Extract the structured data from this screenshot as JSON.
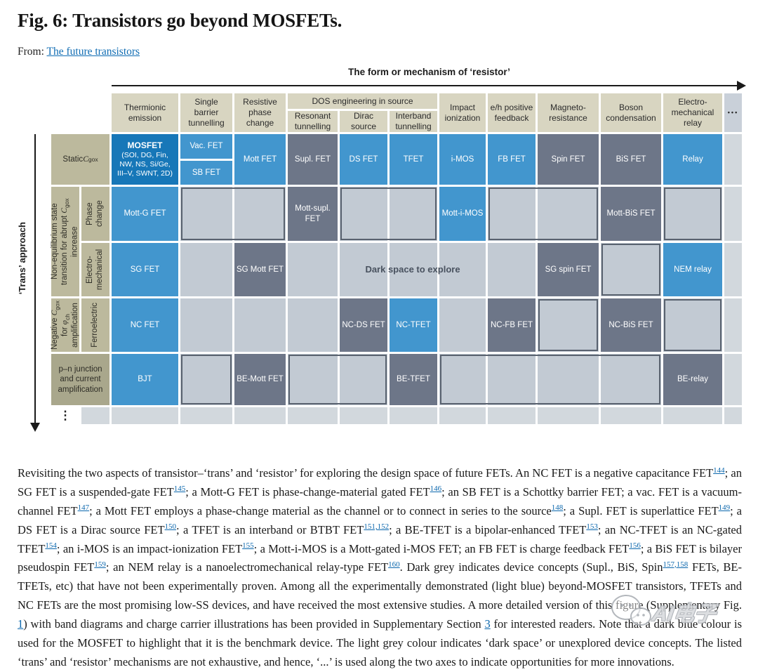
{
  "page": {
    "title": "Fig. 6: Transistors go beyond MOSFETs.",
    "from_label": "From:",
    "from_link": "The future transistors"
  },
  "colors": {
    "blue": "#4296ce",
    "dark_blue": "#1777b8",
    "grey": "#6d7688",
    "light_cell": "#c2cad3",
    "lighter_cell": "#d2d8dd",
    "header_beige": "#d8d5c1",
    "label_beige": "#bcb99d",
    "label_beige_dark": "#a9a78c",
    "outline": "#59626f",
    "link_blue": "#0b67ad"
  },
  "figure": {
    "x_axis_label": "The form or mechanism of ‘resistor’",
    "y_axis_label": "‘Trans’ approach",
    "x_more": "•••",
    "y_more": "⋮",
    "dos_group_label": "DOS engineering in source",
    "columns": [
      {
        "label": "Thermionic emission"
      },
      {
        "label": "Single barrier tunnelling"
      },
      {
        "label": "Resistive phase change"
      },
      {
        "label": "Resonant tunnelling",
        "group": "DOS engineering in source"
      },
      {
        "label": "Dirac source",
        "group": "DOS engineering in source"
      },
      {
        "label": "Interband tunnelling",
        "group": "DOS engineering in source"
      },
      {
        "label": "Impact ionization"
      },
      {
        "label": "e/h positive feedback"
      },
      {
        "label": "Magneto-resistance"
      },
      {
        "label": "Boson condensation"
      },
      {
        "label": "Electro-mechanical relay"
      }
    ],
    "row_labels": {
      "static": {
        "segments": [
          {
            "t": "Static "
          },
          {
            "i": "C"
          },
          {
            "sub": "gox"
          }
        ]
      },
      "nonequilibrium": {
        "segments": [
          {
            "t": "Non-equilibrium state transition for abrupt "
          },
          {
            "i": "C"
          },
          {
            "sub": "gox"
          },
          {
            "t": " increase"
          }
        ]
      },
      "phase_change": "Phase change",
      "electromechanical": "Electro-mechanical",
      "negative": {
        "segments": [
          {
            "t": "Negative "
          },
          {
            "i": "C"
          },
          {
            "sub": "gox"
          },
          {
            "t": " for "
          },
          {
            "i": "φ"
          },
          {
            "sub": "ch"
          },
          {
            "t": " amplification"
          }
        ]
      },
      "ferroelectric": "Ferroelectric",
      "pn_junction": "p–n junction and current amplification"
    },
    "dark_space": {
      "label": "Dark space to explore",
      "row": 3,
      "from": 5,
      "to": 7
    },
    "matrix": [
      [
        {
          "label": "MOSFET",
          "sub": "(SOI, DG, Fin, NW, NS, Si/Ge, III–V, SWNT, 2D)",
          "type": "mosfet"
        },
        {
          "stack": [
            {
              "label": "Vac. FET",
              "type": "blue"
            },
            {
              "label": "SB FET",
              "type": "blue"
            }
          ]
        },
        {
          "label": "Mott FET",
          "type": "blue"
        },
        {
          "label": "Supl. FET",
          "type": "grey"
        },
        {
          "label": "DS FET",
          "type": "blue"
        },
        {
          "label": "TFET",
          "type": "blue"
        },
        {
          "label": "i-MOS",
          "type": "blue"
        },
        {
          "label": "FB FET",
          "type": "blue"
        },
        {
          "label": "Spin FET",
          "type": "grey"
        },
        {
          "label": "BiS FET",
          "type": "grey"
        },
        {
          "label": "Relay",
          "type": "blue"
        },
        {
          "type": "light"
        }
      ],
      [
        {
          "label": "Mott-G FET",
          "type": "blue"
        },
        {
          "type": "empty"
        },
        {
          "type": "empty"
        },
        {
          "label": "Mott-supl. FET",
          "type": "grey"
        },
        {
          "type": "empty"
        },
        {
          "type": "empty"
        },
        {
          "label": "Mott-i-MOS",
          "type": "blue"
        },
        {
          "type": "empty"
        },
        {
          "type": "empty"
        },
        {
          "label": "Mott-BiS FET",
          "type": "grey"
        },
        {
          "type": "empty"
        },
        {
          "type": "light"
        }
      ],
      [
        {
          "label": "SG FET",
          "type": "blue"
        },
        {
          "type": "empty"
        },
        {
          "label": "SG Mott FET",
          "type": "grey"
        },
        {
          "type": "empty"
        },
        {
          "type": "empty"
        },
        {
          "type": "empty"
        },
        {
          "type": "empty"
        },
        {
          "type": "empty"
        },
        {
          "label": "SG spin FET",
          "type": "grey"
        },
        {
          "type": "empty"
        },
        {
          "label": "NEM relay",
          "type": "blue"
        },
        {
          "type": "light"
        }
      ],
      [
        {
          "label": "NC FET",
          "type": "blue"
        },
        {
          "type": "empty"
        },
        {
          "type": "empty"
        },
        {
          "type": "empty"
        },
        {
          "label": "NC-DS FET",
          "type": "grey"
        },
        {
          "label": "NC-TFET",
          "type": "blue"
        },
        {
          "type": "empty"
        },
        {
          "label": "NC-FB FET",
          "type": "grey"
        },
        {
          "type": "empty"
        },
        {
          "label": "NC-BiS FET",
          "type": "grey"
        },
        {
          "type": "empty"
        },
        {
          "type": "light"
        }
      ],
      [
        {
          "label": "BJT",
          "type": "blue"
        },
        {
          "type": "empty"
        },
        {
          "label": "BE-Mott FET",
          "type": "grey"
        },
        {
          "type": "empty"
        },
        {
          "type": "empty"
        },
        {
          "label": "BE-TFET",
          "type": "grey"
        },
        {
          "type": "empty"
        },
        {
          "type": "empty"
        },
        {
          "type": "empty"
        },
        {
          "type": "empty"
        },
        {
          "label": "BE-relay",
          "type": "grey"
        },
        {
          "type": "light"
        }
      ]
    ],
    "outlines": [
      {
        "row": 2,
        "from": 2,
        "to": 3
      },
      {
        "row": 2,
        "from": 5,
        "to": 6
      },
      {
        "row": 2,
        "from": 8,
        "to": 9
      },
      {
        "row": 2,
        "from": 11,
        "to": 11
      },
      {
        "row": 3,
        "from": 10,
        "to": 10
      },
      {
        "row": 4,
        "from": 9,
        "to": 9
      },
      {
        "row": 4,
        "from": 11,
        "to": 11
      },
      {
        "row": 5,
        "from": 2,
        "to": 2
      },
      {
        "row": 5,
        "from": 4,
        "to": 5
      },
      {
        "row": 5,
        "from": 7,
        "to": 10
      }
    ]
  },
  "caption": {
    "segments": [
      {
        "t": "Revisiting the two aspects of transistor–‘trans’ and ‘resistor’ for exploring the design space of future FETs. An NC FET is a negative capacitance FET"
      },
      {
        "ref": "144"
      },
      {
        "t": "; an SG FET is a suspended-gate FET"
      },
      {
        "ref": "145"
      },
      {
        "t": "; a Mott-G FET is phase-change-material gated FET"
      },
      {
        "ref": "146"
      },
      {
        "t": "; an SB FET is a Schottky barrier FET; a vac. FET is a vacuum-channel FET"
      },
      {
        "ref": "147"
      },
      {
        "t": "; a Mott FET employs a phase-change material as the channel or to connect in series to the source"
      },
      {
        "ref": "148"
      },
      {
        "t": "; a Supl. FET is superlattice FET"
      },
      {
        "ref": "149"
      },
      {
        "t": "; a DS FET is a Dirac source FET"
      },
      {
        "ref": "150"
      },
      {
        "t": "; a TFET is an interband or BTBT FET"
      },
      {
        "ref": "151,152"
      },
      {
        "t": "; a BE-TFET is a bipolar-enhanced TFET"
      },
      {
        "ref": "153"
      },
      {
        "t": "; an NC-TFET is an NC-gated TFET"
      },
      {
        "ref": "154"
      },
      {
        "t": "; an i-MOS is an impact-ionization FET"
      },
      {
        "ref": "155"
      },
      {
        "t": "; a Mott-i-MOS is a Mott-gated i-MOS FET; an FB FET is charge feedback FET"
      },
      {
        "ref": "156"
      },
      {
        "t": "; a BiS FET is bilayer pseudospin FET"
      },
      {
        "ref": "159"
      },
      {
        "t": "; an NEM relay is a nanoelectromechanical relay-type FET"
      },
      {
        "ref": "160"
      },
      {
        "t": ". Dark grey indicates device concepts (Supl., BiS, Spin"
      },
      {
        "ref": "157,158"
      },
      {
        "t": " FETs, BE-TFETs, etc) that have not been experimentally proven. Among all the experimentally demonstrated (light blue) beyond-MOSFET transistors, TFETs and NC FETs are the most promising low-SS devices, and have received the most extensive studies. A more detailed version of this figure (Supplementary Fig. "
      },
      {
        "link": "1"
      },
      {
        "t": ") with band diagrams and charge carrier illustrations has been provided in Supplementary Section "
      },
      {
        "link": "3"
      },
      {
        "t": " for interested readers. Note that a dark blue colour is used for the MOSFET to highlight that it is the benchmark device. The light grey colour indicates ‘dark space’ or unexplored device concepts. The listed ‘trans’ and ‘resistor’ mechanisms are not exhaustive, and hence, ‘...’ is used along the two axes to indicate opportunities for more innovations."
      }
    ]
  },
  "watermark": {
    "text": "AI电子"
  }
}
